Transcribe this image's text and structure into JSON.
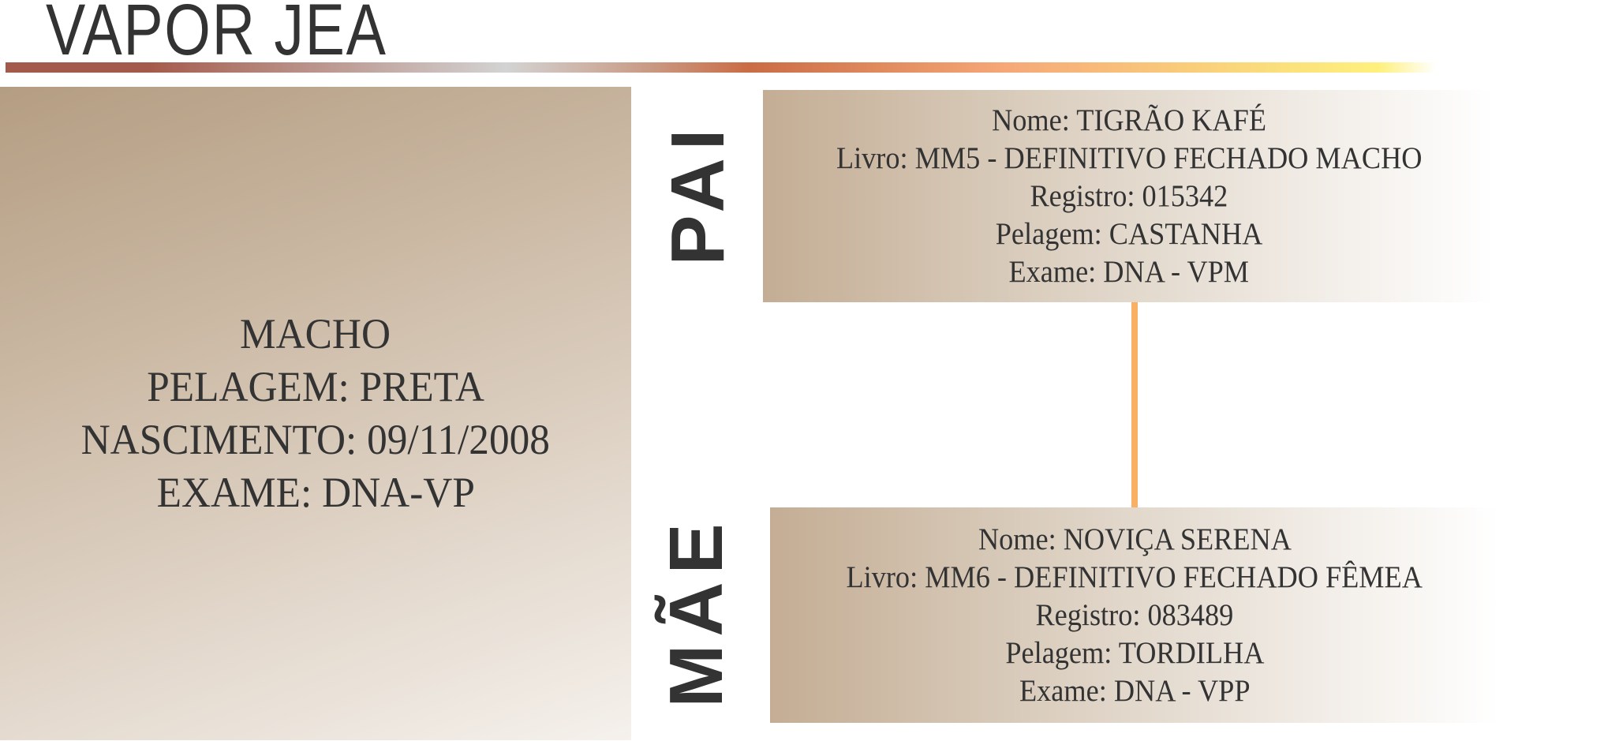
{
  "header": {
    "title": "VAPOR JEA"
  },
  "animal": {
    "lines": [
      "MACHO",
      "PELAGEM: PRETA",
      "NASCIMENTO: 09/11/2008",
      "EXAME: DNA-VP"
    ]
  },
  "sire": {
    "label": "PAI",
    "lines": [
      "Nome: TIGRÃO KAFÉ",
      "Livro: MM5 - DEFINITIVO FECHADO MACHO",
      "Registro: 015342",
      "Pelagem: CASTANHA",
      "Exame: DNA - VPM"
    ]
  },
  "dam": {
    "label": "MÃE",
    "lines": [
      "Nome: NOVIÇA SERENA",
      "Livro: MM6 - DEFINITIVO FECHADO FÊMEA",
      "Registro: 083489",
      "Pelagem: TORDILHA",
      "Exame: DNA - VPP"
    ]
  },
  "colors": {
    "connector": "#f8b064",
    "text": "#333333"
  }
}
